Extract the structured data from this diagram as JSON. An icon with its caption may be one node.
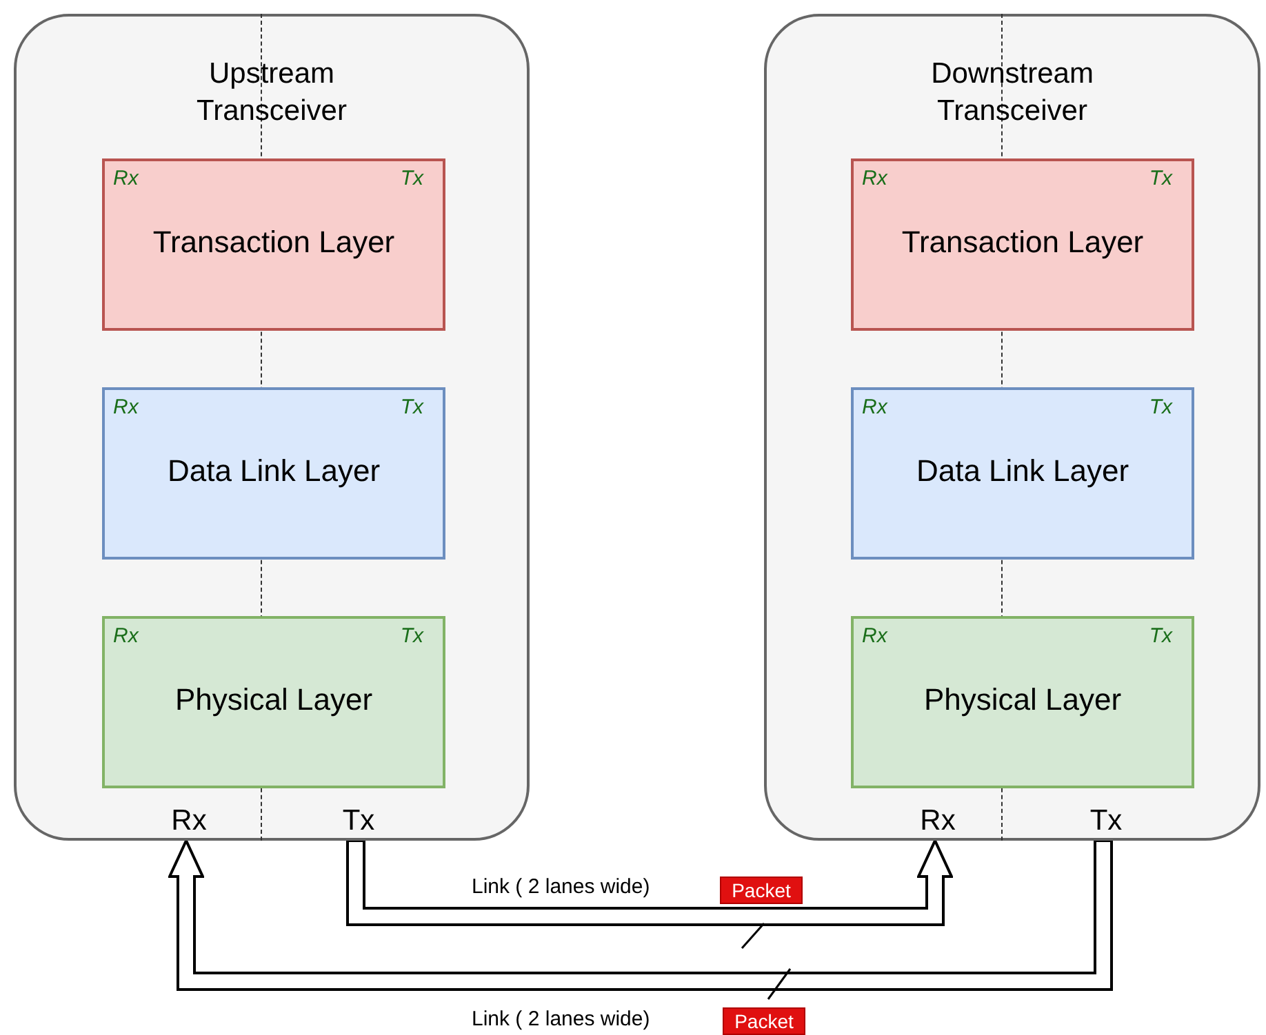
{
  "diagram": {
    "nodes": [
      {
        "text": [
          "Upstream Transceiver"
        ]
      },
      {
        "text": [
          "Rx",
          "Tx",
          "Transaction Layer"
        ],
        "in": 0
      },
      {
        "text": [
          "Rx",
          "Tx",
          "Data Link Layer"
        ],
        "in": 0
      },
      {
        "text": [
          "Rx",
          "Tx",
          "Physical Layer"
        ],
        "in": 0
      },
      {
        "text": [
          "Rx"
        ],
        "in": 0
      },
      {
        "text": [
          "Tx"
        ],
        "in": 0
      },
      {
        "text": [
          "Downstream Transceiver"
        ]
      },
      {
        "text": [
          "Rx",
          "Tx",
          "Transaction Layer"
        ],
        "in": 6
      },
      {
        "text": [
          "Rx",
          "Tx",
          "Data Link Layer"
        ],
        "in": 6
      },
      {
        "text": [
          "Rx",
          "Tx",
          "Physical Layer"
        ],
        "in": 6
      },
      {
        "text": [
          "Rx"
        ],
        "in": 6
      },
      {
        "text": [
          "Tx"
        ],
        "in": 6
      },
      {
        "text": [
          "Packet"
        ]
      },
      {
        "text": [
          "Packet"
        ]
      }
    ],
    "edges": [
      {
        "from": 5,
        "to": 10,
        "arrow": "to",
        "label": "Link ( 2 lanes wide)"
      },
      {
        "from": 11,
        "to": 4,
        "arrow": "to",
        "label": "Link ( 2 lanes wide)"
      }
    ]
  }
}
